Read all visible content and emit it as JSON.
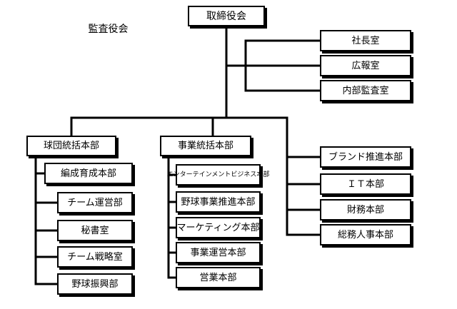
{
  "org": {
    "audit": "監査役会",
    "board": "取締役会",
    "staff": [
      "社長室",
      "広報室",
      "内部監査室"
    ],
    "team_ops": {
      "head": "球団統括本部",
      "units": [
        "編成育成本部",
        "チーム運営部",
        "秘書室",
        "チーム戦略室",
        "野球振興部"
      ]
    },
    "business": {
      "head": "事業統括本部",
      "units": [
        "エンターテインメントビジネス本部",
        "野球事業推進本部",
        "マーケティング本部",
        "事業運営本部",
        "営業本部"
      ]
    },
    "corporate": [
      "ブランド推進本部",
      "ＩＴ本部",
      "財務本部",
      "総務人事本部"
    ]
  },
  "colors": {
    "line": "#000000",
    "box_fill": "#ffffff",
    "shadow": "#000000"
  }
}
